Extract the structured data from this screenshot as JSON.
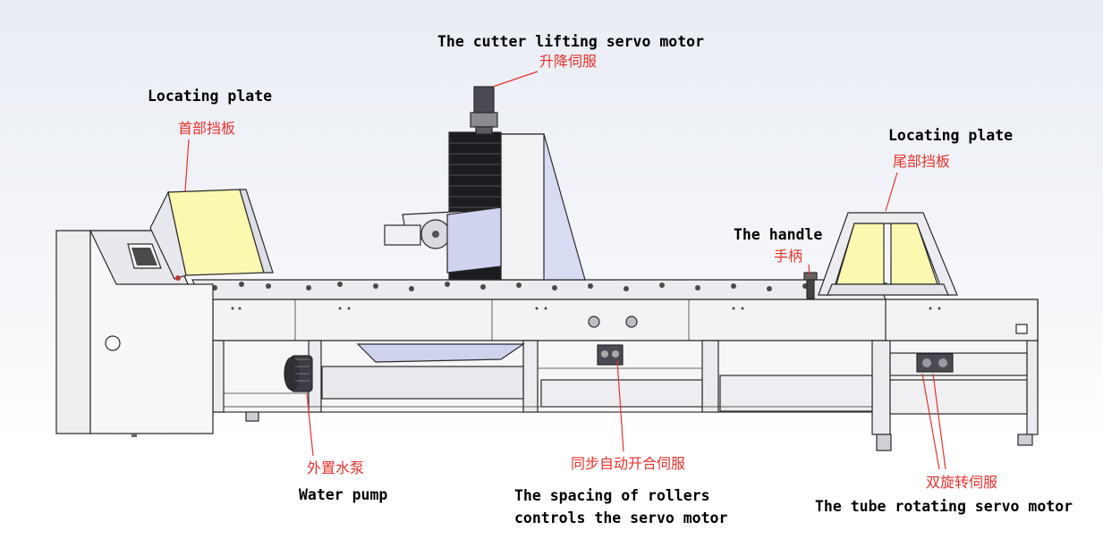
{
  "labels": {
    "cutter_motor_en": "The cutter lifting servo motor",
    "cutter_motor_cn": "升降伺服",
    "locating_left_en": "Locating plate",
    "locating_left_cn": "首部挡板",
    "locating_right_en": "Locating plate",
    "locating_right_cn": "尾部挡板",
    "handle_en": "The handle",
    "handle_cn": "手柄",
    "pump_cn": "外置水泵",
    "pump_en": "Water pump",
    "rollers_cn": "同步自动开合伺服",
    "rollers_en_1": "The spacing of rollers",
    "rollers_en_2": "controls the servo motor",
    "tube_cn": "双旋转伺服",
    "tube_en": "The tube rotating servo motor"
  },
  "colors": {
    "background_top": "#eef1f6",
    "frame_fill": "#f3f3f5",
    "plate_yellow": "#fbf8b0",
    "guard_violet": "#d8dcf2",
    "leader_red": "#e8322b",
    "label_red": "#e8322b",
    "label_black": "#000000"
  }
}
